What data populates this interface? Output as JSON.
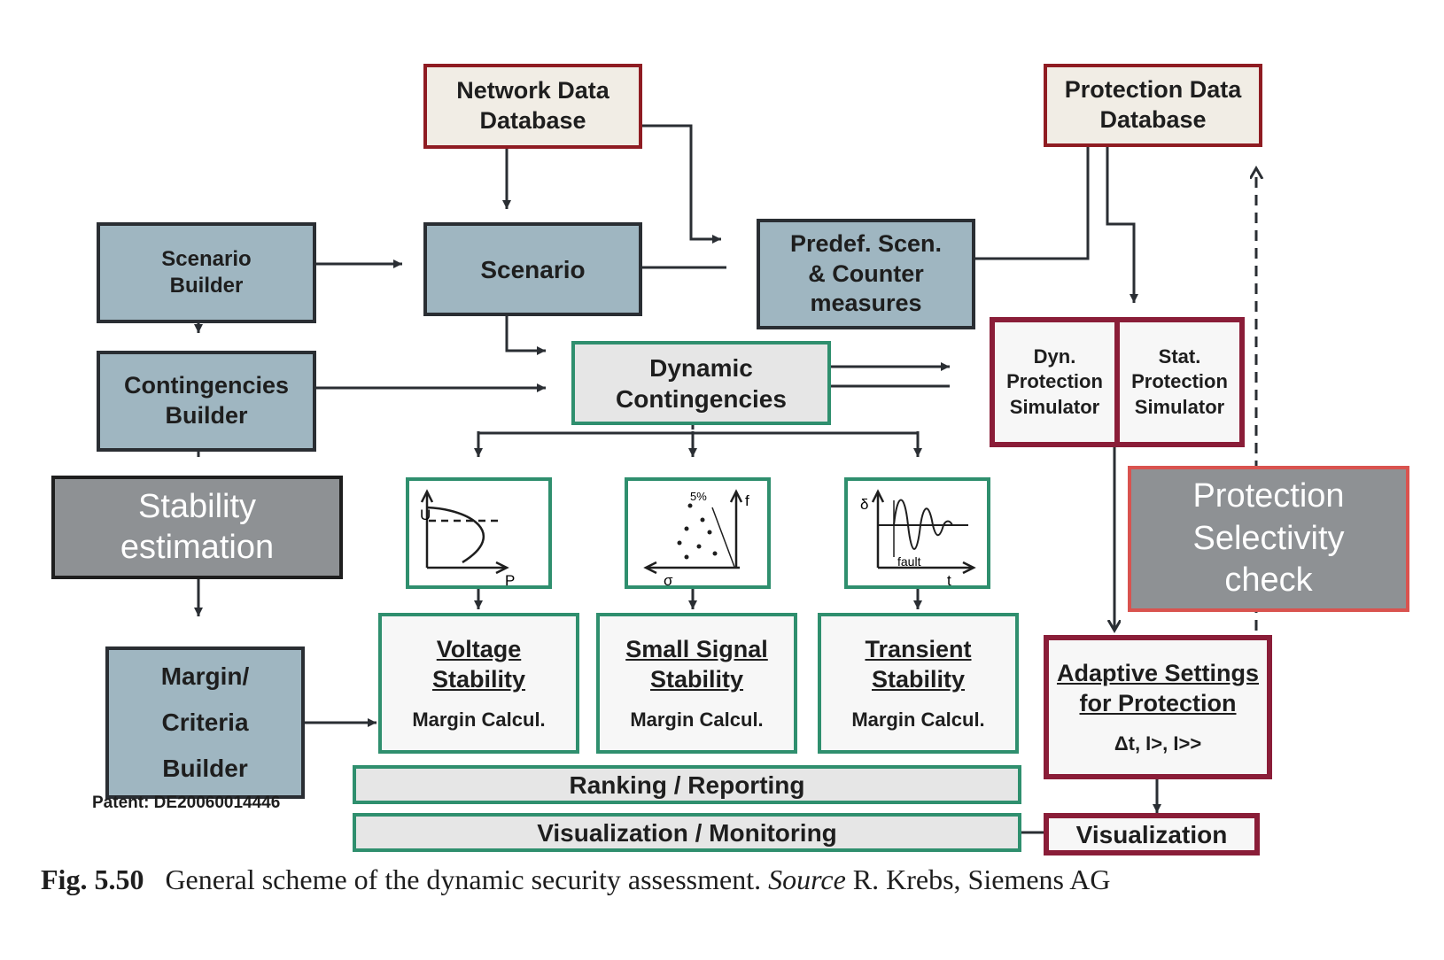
{
  "boxes": {
    "network_db": [
      "Network Data",
      "Database"
    ],
    "protection_db": [
      "Protection Data",
      "Database"
    ],
    "scenario_builder": [
      "Scenario",
      "Builder"
    ],
    "scenario": "Scenario",
    "predef": [
      "Predef. Scen.",
      "& Counter",
      "measures"
    ],
    "contingencies_builder": [
      "Contingencies",
      "Builder"
    ],
    "dynamic_contingencies": [
      "Dynamic",
      "Contingencies"
    ],
    "dyn_sim": [
      "Dyn.",
      "Protection",
      "Simulator"
    ],
    "stat_sim": [
      "Stat.",
      "Protection",
      "Simulator"
    ],
    "stability_estimation": [
      "Stability",
      "estimation"
    ],
    "selectivity_check": [
      "Protection",
      "Selectivity",
      "check"
    ],
    "margin_builder": [
      "Margin/",
      "Criteria",
      "Builder"
    ],
    "voltage": {
      "title": [
        "Voltage",
        "Stability"
      ],
      "sub": "Margin Calcul."
    },
    "small_signal": {
      "title": [
        "Small Signal",
        "Stability"
      ],
      "sub": "Margin Calcul."
    },
    "transient": {
      "title": [
        "Transient",
        "Stability"
      ],
      "sub": "Margin Calcul."
    },
    "adaptive": {
      "title": [
        "Adaptive Settings",
        "for Protection"
      ],
      "sub": "Δt, I>, I>>"
    },
    "ranking": "Ranking / Reporting",
    "visualization_monitoring": "Visualization / Monitoring",
    "visualization": "Visualization"
  },
  "plots": {
    "voltage": {
      "y": "U",
      "x": "P"
    },
    "small_signal": {
      "y": "f",
      "x": "σ",
      "pct": "5%"
    },
    "transient": {
      "y": "δ",
      "x": "t",
      "fault": "fault"
    }
  },
  "colors": {
    "blue_fill": "#9fb6c1",
    "db_border": "#8f1c22",
    "green_border": "#2f8f6e",
    "maroon_border": "#8a1d38",
    "gray_fill": "#8e9194",
    "red_border": "#d9534f"
  },
  "patent": "Patent: DE20060014446",
  "caption": {
    "fig": "Fig. 5.50",
    "text": "General scheme of the dynamic security assessment.",
    "source_label": "Source",
    "source": "R. Krebs, Siemens AG"
  }
}
